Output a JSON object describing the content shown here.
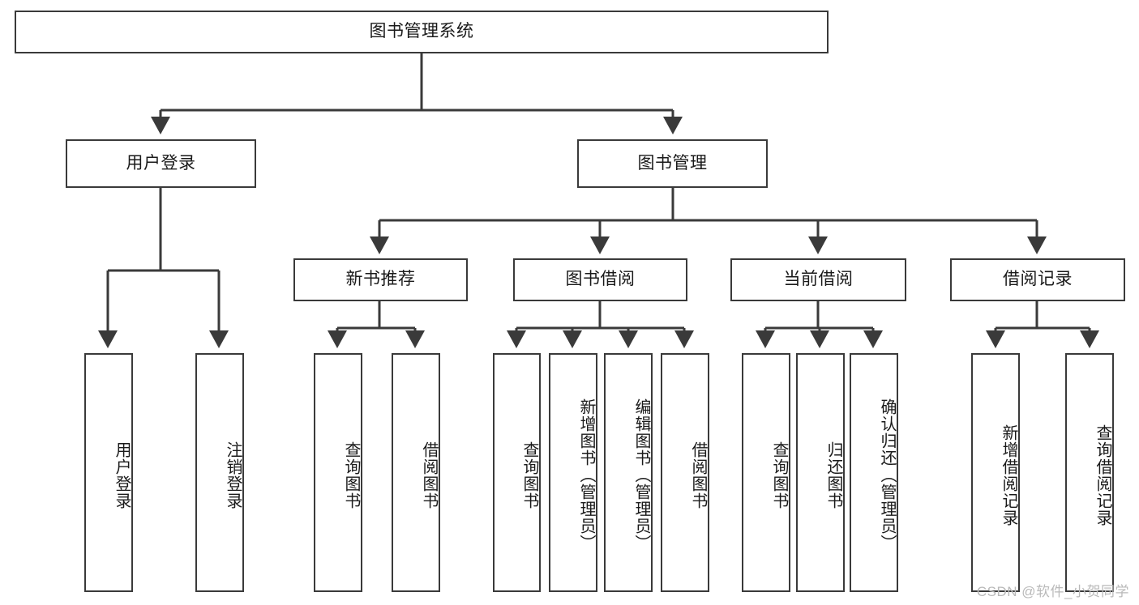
{
  "diagram": {
    "title_node": {
      "label": "图书管理系统"
    },
    "level2": [
      {
        "label": "用户登录"
      },
      {
        "label": "图书管理"
      }
    ],
    "level3": [
      {
        "label": "新书推荐"
      },
      {
        "label": "图书借阅"
      },
      {
        "label": "当前借阅"
      },
      {
        "label": "借阅记录"
      }
    ],
    "leaves": {
      "user_login": [
        {
          "label": "用户登录"
        },
        {
          "label": "注销登录"
        }
      ],
      "new_book": [
        {
          "label": "查询图书"
        },
        {
          "label": "借阅图书"
        }
      ],
      "book_borrow": [
        {
          "label": "查询图书"
        },
        {
          "label": "新增图书（管理员）"
        },
        {
          "label": "编辑图书（管理员）"
        },
        {
          "label": "借阅图书"
        }
      ],
      "current_borrow": [
        {
          "label": "查询图书"
        },
        {
          "label": "归还图书"
        },
        {
          "label": "确认归还（管理员）"
        }
      ],
      "borrow_record": [
        {
          "label": "新增借阅记录"
        },
        {
          "label": "查询借阅记录"
        }
      ]
    }
  },
  "watermark": {
    "text": "CSDN @软件_小贺同学"
  },
  "colors": {
    "box_border": "#3a3a3a",
    "box_fill": "#ffffff",
    "edge": "#3a3a3a",
    "text": "#1a1a1a",
    "watermark": "#b9b9b9"
  }
}
